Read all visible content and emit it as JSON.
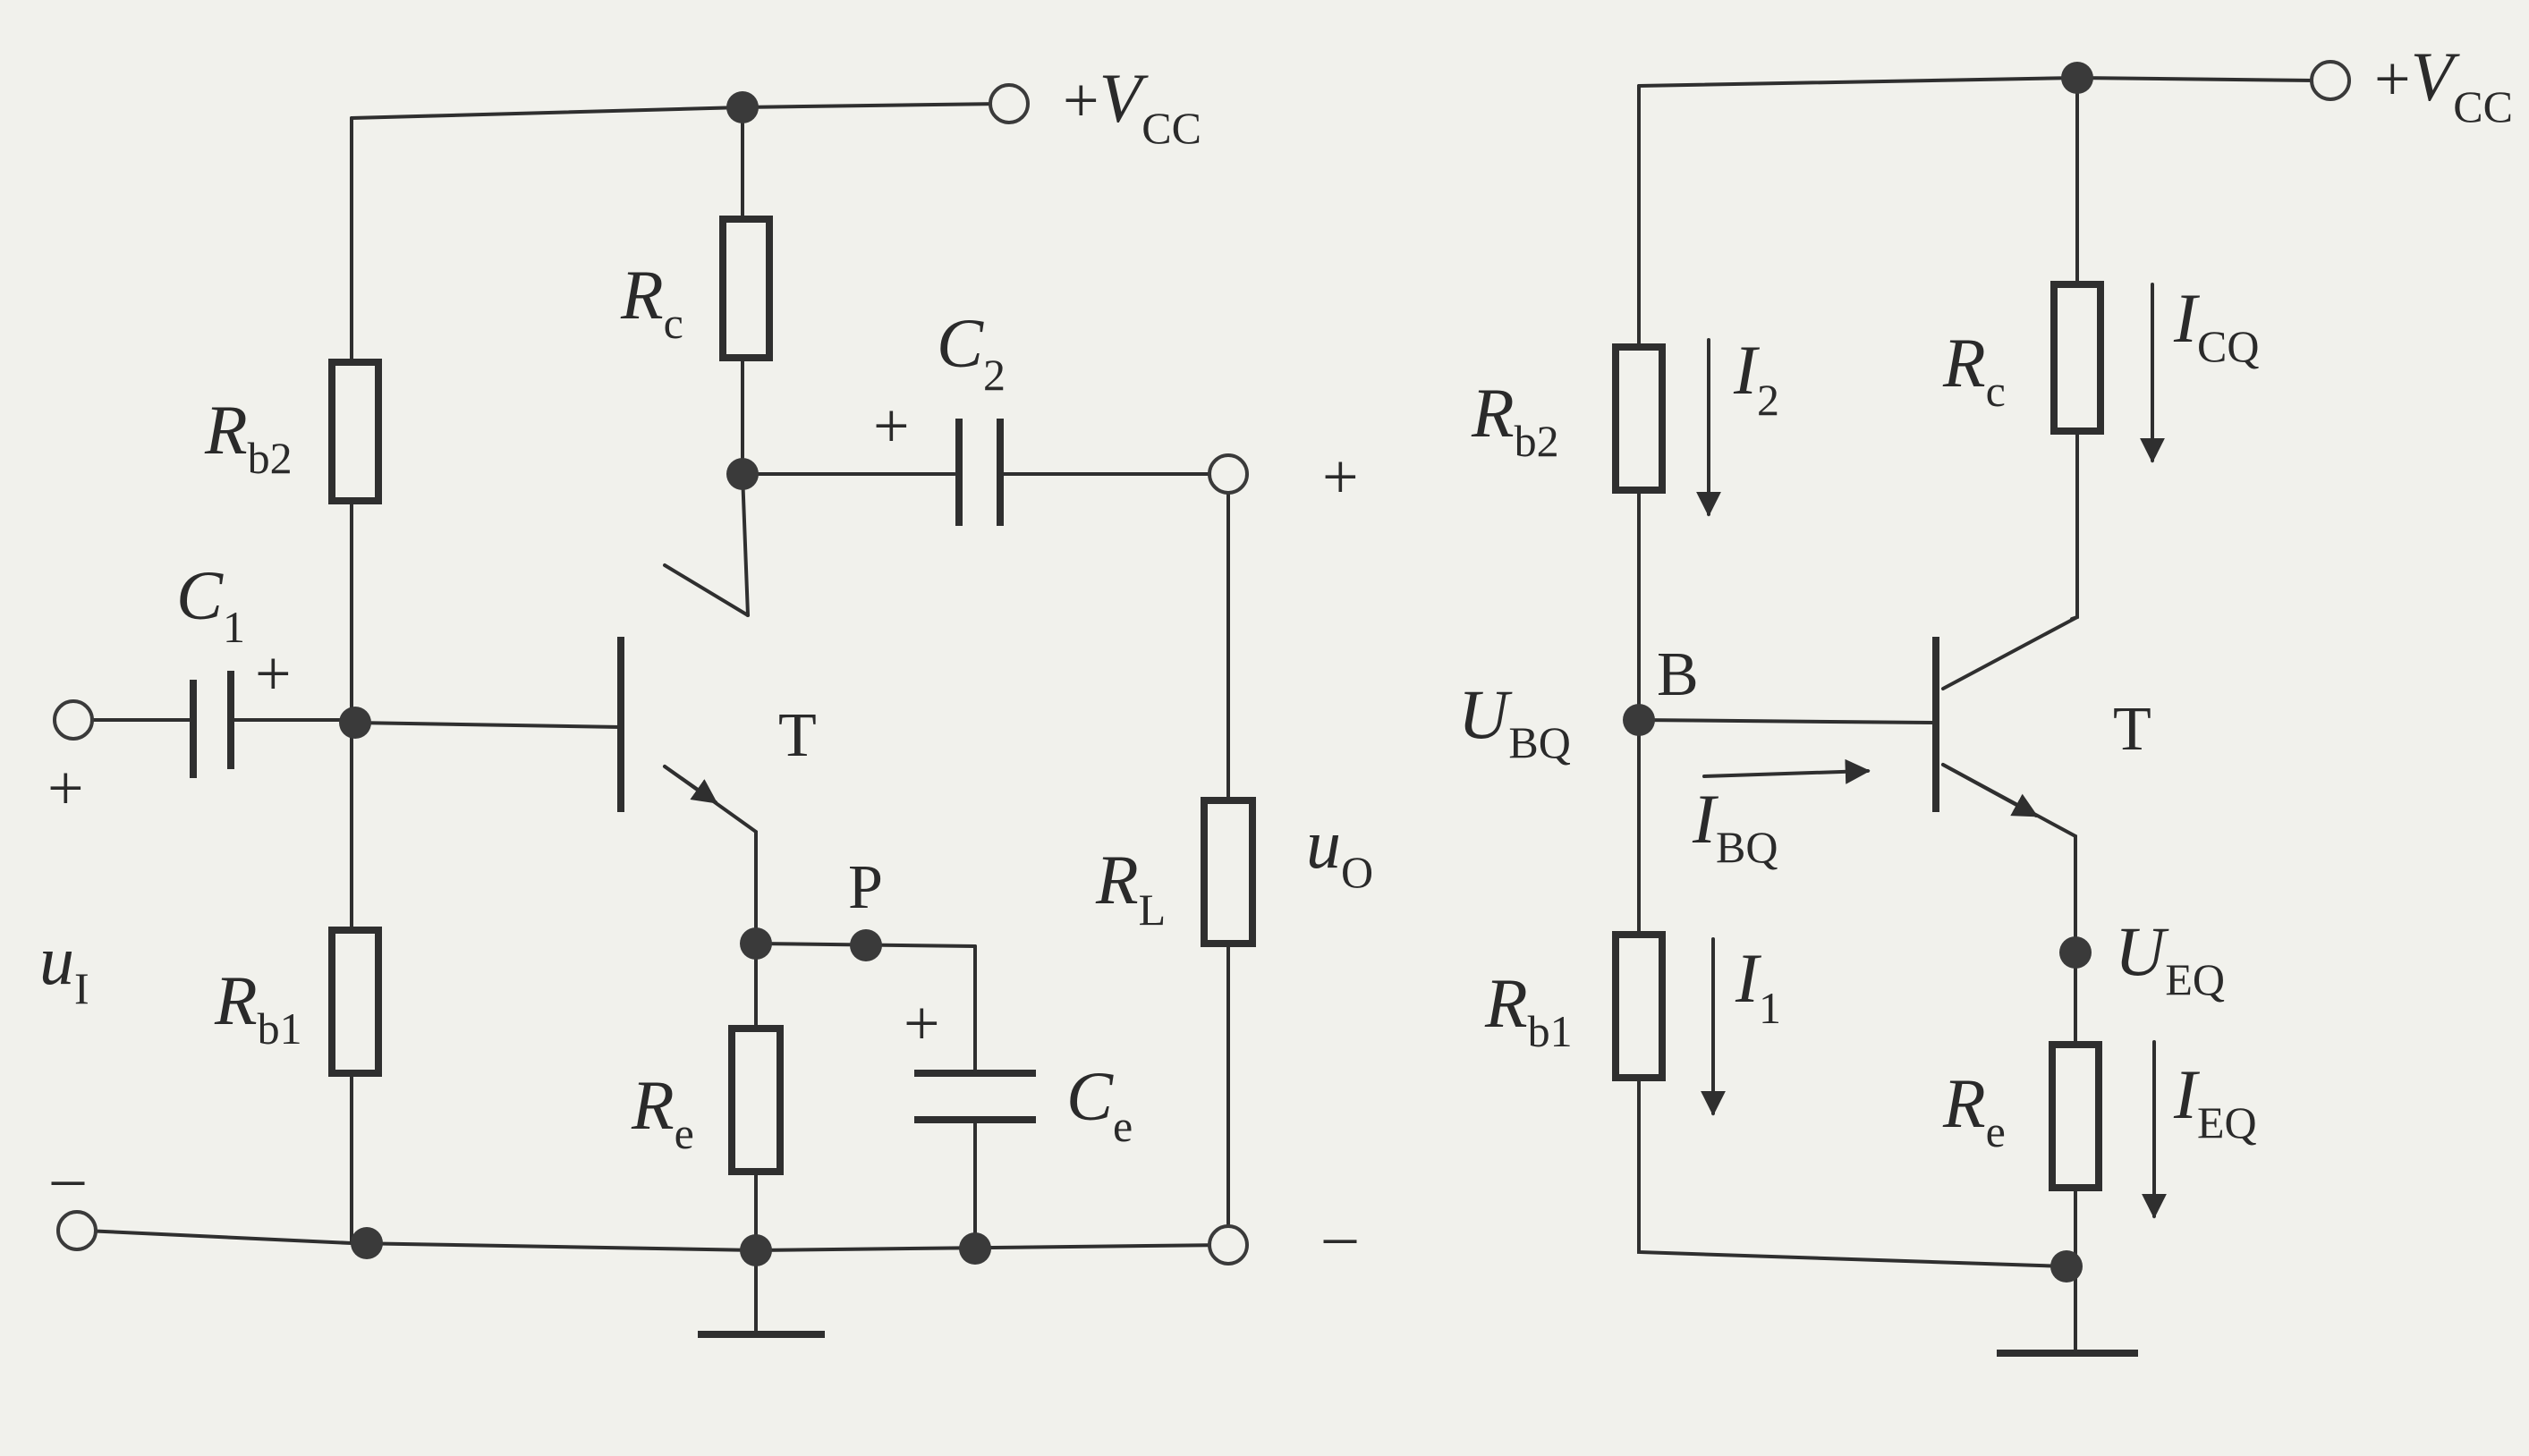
{
  "left_circuit": {
    "vcc": {
      "sign": "+",
      "letter": "V",
      "sub": "CC"
    },
    "rc": {
      "letter": "R",
      "sub": "c"
    },
    "rb2": {
      "letter": "R",
      "sub": "b2"
    },
    "rb1": {
      "letter": "R",
      "sub": "b1"
    },
    "re": {
      "letter": "R",
      "sub": "e"
    },
    "rl": {
      "letter": "R",
      "sub": "L"
    },
    "c1": {
      "letter": "C",
      "sub": "1",
      "polarity": "+"
    },
    "c2": {
      "letter": "C",
      "sub": "2",
      "polarity": "+"
    },
    "ce": {
      "letter": "C",
      "sub": "e",
      "polarity": "+"
    },
    "transistor": "T",
    "node_p": "P",
    "input": {
      "letter": "u",
      "sub": "I",
      "plus": "+",
      "minus": "–"
    },
    "output": {
      "letter": "u",
      "sub": "O",
      "plus": "+",
      "minus": "–"
    }
  },
  "right_circuit": {
    "vcc": {
      "sign": "+",
      "letter": "V",
      "sub": "CC"
    },
    "rc": {
      "letter": "R",
      "sub": "c"
    },
    "rb2": {
      "letter": "R",
      "sub": "b2"
    },
    "rb1": {
      "letter": "R",
      "sub": "b1"
    },
    "re": {
      "letter": "R",
      "sub": "e"
    },
    "transistor": "T",
    "node_b": "B",
    "ubq": {
      "letter": "U",
      "sub": "BQ"
    },
    "ueq": {
      "letter": "U",
      "sub": "EQ"
    },
    "i2": {
      "letter": "I",
      "sub": "2"
    },
    "i1": {
      "letter": "I",
      "sub": "1"
    },
    "icq": {
      "letter": "I",
      "sub": "CQ"
    },
    "ieq": {
      "letter": "I",
      "sub": "EQ"
    },
    "ibq": {
      "letter": "I",
      "sub": "BQ"
    }
  }
}
